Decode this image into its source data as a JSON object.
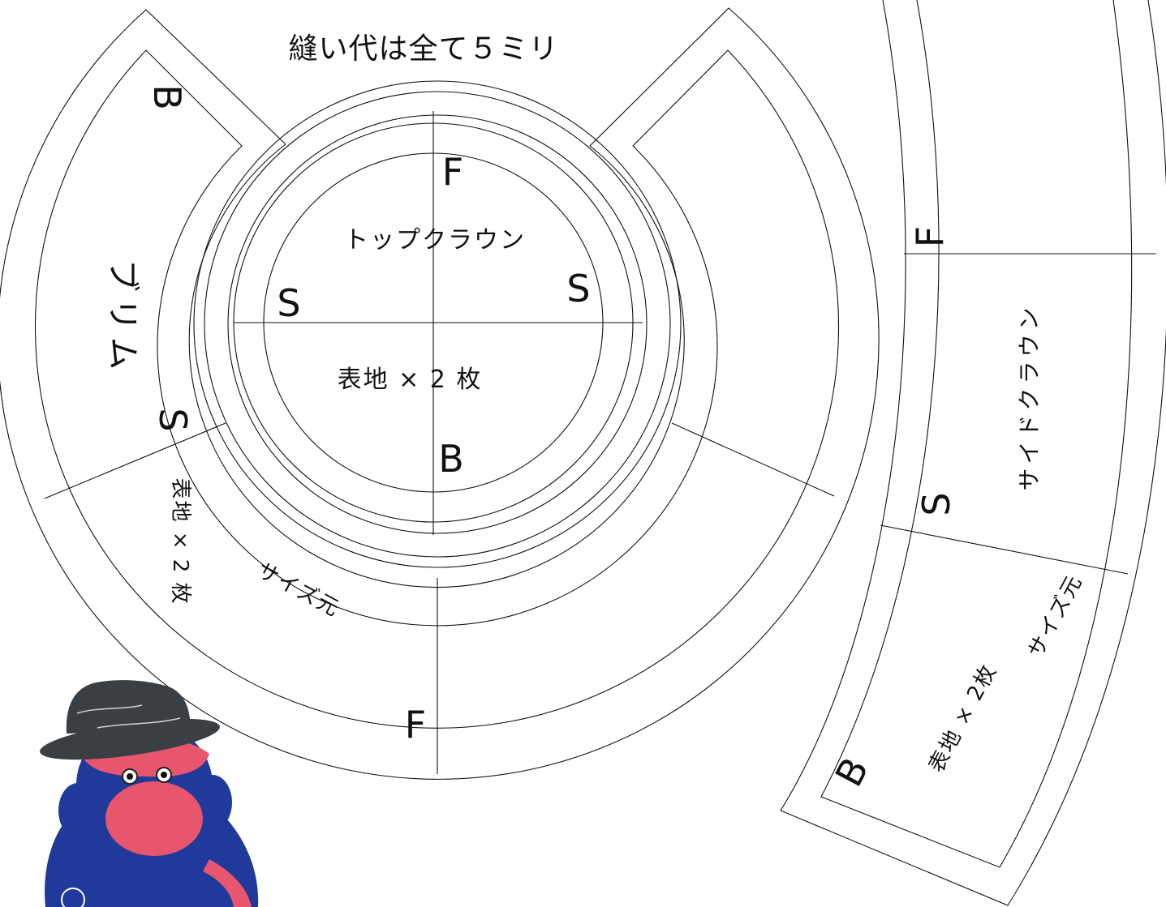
{
  "header": {
    "seam_note": "縫い代は全て５ミリ"
  },
  "top_crown": {
    "name": "トップクラウン",
    "fabric": "表地 × 2 枚",
    "mark_front": "F",
    "mark_back": "B",
    "mark_side_left": "S",
    "mark_side_right": "S"
  },
  "brim": {
    "name": "ブリム",
    "fabric": "表地 × 2 枚",
    "size_origin": "サイズ元",
    "mark_back": "B",
    "mark_side": "S",
    "mark_front": "F"
  },
  "side_crown": {
    "name": "サイドクラウン",
    "fabric": "表地 × 2枚",
    "size_origin": "サイズ元",
    "mark_front": "F",
    "mark_side": "S",
    "mark_back": "B"
  },
  "mascot": {
    "description_icon": "sock-monkey-with-hat-icon"
  },
  "colors": {
    "line": "#111111",
    "mascot_body": "#1f3a9a",
    "mascot_pink": "#e8566e",
    "mascot_hat": "#3a3f44"
  }
}
